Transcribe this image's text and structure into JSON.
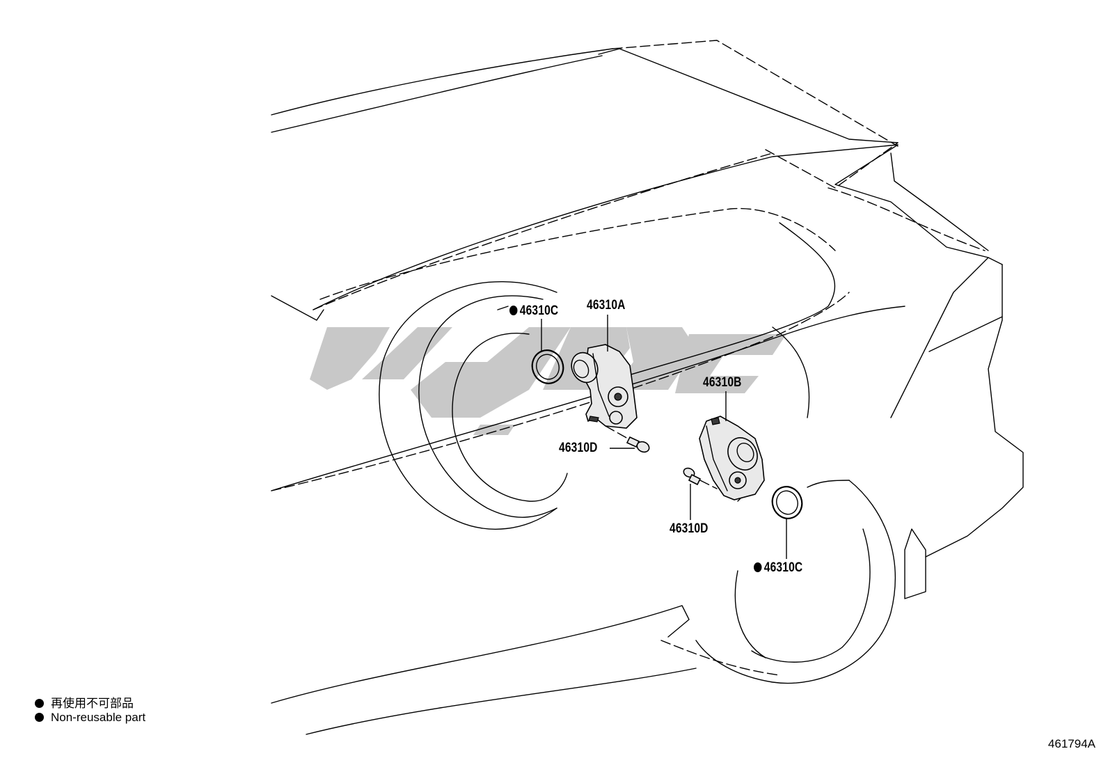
{
  "callouts": {
    "c_left": "46310C",
    "a": "46310A",
    "b": "46310B",
    "d_left": "46310D",
    "d_right": "46310D",
    "c_right": "46310C"
  },
  "legend": {
    "line1": "再使用不可部品",
    "line2": "Non-reusable part"
  },
  "figure_id": "461794A",
  "watermark_color": "#c8c8c8"
}
